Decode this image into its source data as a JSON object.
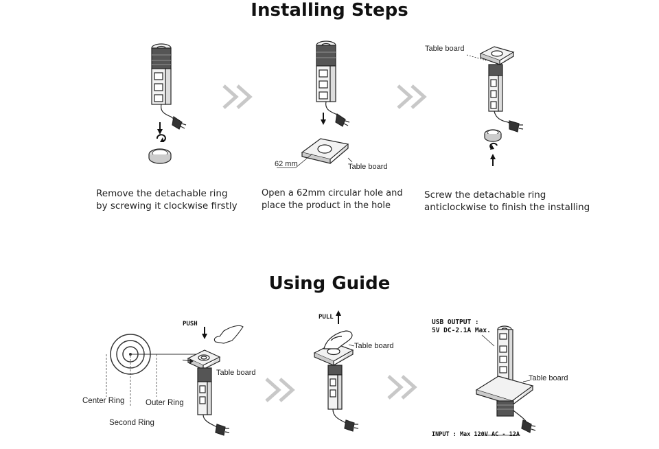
{
  "installing": {
    "title": "Installing Steps",
    "step1": {
      "line1": "Remove the detachable ring",
      "line2": "by screwing it clockwise firstly"
    },
    "step2": {
      "line1": "Open a 62mm circular hole and",
      "line2": "place the product in the hole",
      "hole_label": "62 mm",
      "board_label": "Table board"
    },
    "step3": {
      "line1": "Screw the detachable ring",
      "line2": "anticlockwise to finish the installing",
      "board_label": "Table board"
    }
  },
  "guide": {
    "title": "Using Guide",
    "rings": {
      "center": "Center Ring",
      "second": "Second Ring",
      "outer": "Outer Ring"
    },
    "push": {
      "label": "PUSH",
      "board_label": "Table board"
    },
    "pull": {
      "label": "PULL",
      "board_label": "Table board"
    },
    "spec": {
      "usb_line1": "USB OUTPUT :",
      "usb_line2": "5V DC-2.1A Max.",
      "input": "INPUT : Max 120V AC - 12A",
      "board_label": "Table board"
    }
  },
  "colors": {
    "arrow": "#c8c8c8",
    "line": "#222222",
    "body_fill": "#f2f2f2"
  }
}
